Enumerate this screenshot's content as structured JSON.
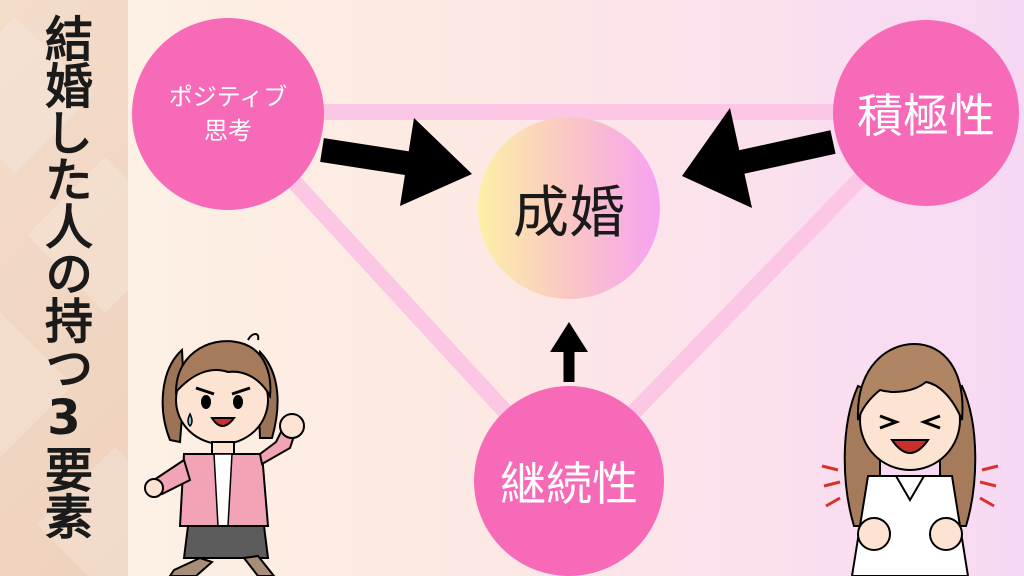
{
  "title": "結婚した人の持つ3要素",
  "diagram": {
    "center": {
      "label": "成婚"
    },
    "nodes": [
      {
        "id": "positive",
        "line1": "ポジティブ",
        "line2": "思考"
      },
      {
        "id": "active",
        "label": "積極性"
      },
      {
        "id": "continue",
        "label": "継続性"
      }
    ]
  },
  "colors": {
    "node": "#f76ab8",
    "link": "#fcc7e5",
    "arrow": "#000000",
    "sidebar": "#f1d6c3"
  },
  "illustrations": [
    {
      "name": "running-woman",
      "icon": "businesswoman-running-icon"
    },
    {
      "name": "happy-woman",
      "icon": "excited-woman-icon"
    }
  ]
}
